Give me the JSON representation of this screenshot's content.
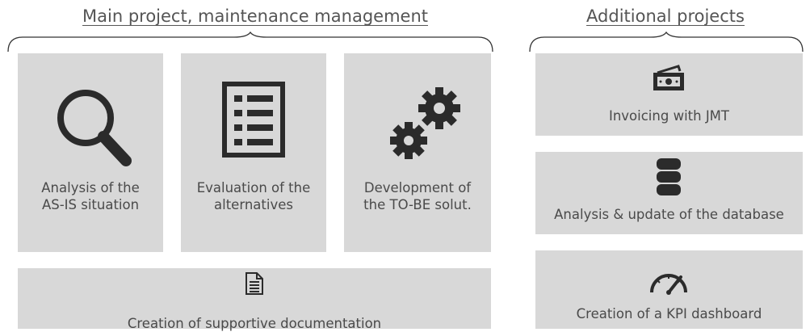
{
  "headings": {
    "main": "Main project, maintenance management",
    "additional": "Additional projects"
  },
  "main_cards": [
    {
      "label_line1": "Analysis of the",
      "label_line2": "AS-IS situation",
      "icon": "magnifier-icon"
    },
    {
      "label_line1": "Evaluation of the",
      "label_line2": "alternatives",
      "icon": "checklist-icon"
    },
    {
      "label_line1": "Development of",
      "label_line2": "the TO-BE solut.",
      "icon": "gears-icon"
    }
  ],
  "documentation_card": {
    "label": "Creation of supportive documentation",
    "icon": "document-icon"
  },
  "additional_cards": [
    {
      "label": "Invoicing with JMT",
      "icon": "banknote-icon"
    },
    {
      "label": "Analysis & update of the database",
      "icon": "database-icon"
    },
    {
      "label": "Creation of a KPI dashboard",
      "icon": "gauge-icon"
    }
  ],
  "colors": {
    "card_bg": "#d8d8d8",
    "icon": "#2b2b2b",
    "text": "#4a4a4a"
  }
}
